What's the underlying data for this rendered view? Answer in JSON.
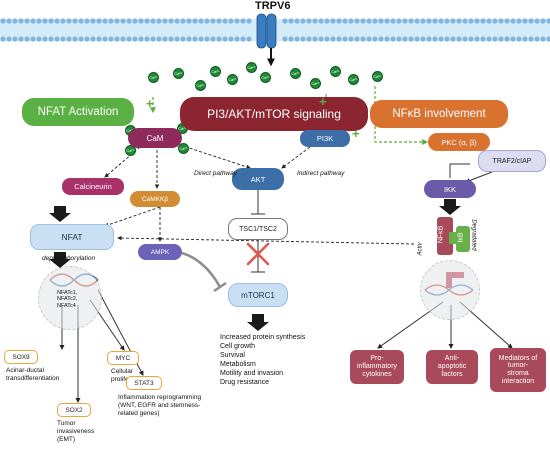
{
  "channel": "TRPV6",
  "ion_label": "Ca²⁺",
  "sections": {
    "nfat_activation": "NFAT Activation",
    "pi3k_akt_mtor": "PI3/AKT/mTOR signaling",
    "nfkb_involvement": "NFκB involvement"
  },
  "nodes": {
    "cam": "CaM",
    "pi3k": "PI3K",
    "calcineurin": "Calcineurin",
    "camkkb": "CaMKKβ",
    "nfat": "NFAT",
    "ampk": "AMPK",
    "akt": "AKT",
    "tsc": "TSC1/TSC2",
    "mtorc1": "mTORC1",
    "pkc": "PKC (α, β)",
    "traf": "TRAF2/cIAP",
    "ikk": "IKK",
    "nfkb": "NFκB",
    "ikb": "IκB"
  },
  "annotations": {
    "direct_pathway": "Direct pathway",
    "indirect_pathway": "Indirect pathway",
    "dephosphorylation": "dephosphorylation",
    "activ": "Activ",
    "degradated": "Degradated",
    "nfatc_list": [
      "NFATc1,",
      "NFATc2,",
      "NFATc4"
    ]
  },
  "targets": {
    "sox9": "SOX9",
    "sox9_desc": [
      "Acinar-ductal",
      "transdifferentiation"
    ],
    "myc": "MYC",
    "myc_desc": [
      "Cellular",
      "proliferation"
    ],
    "sox2": "SOX2",
    "sox2_desc": [
      "Tumor",
      "invasiveness",
      "(EMT)"
    ],
    "stat3": "STAT3",
    "stat3_desc": [
      "Inflammation reprogramming",
      "(WNT, EGFR and stemness-",
      "related genes)"
    ]
  },
  "mtor_outcomes": [
    "Increased protein synthesis",
    "Cell growth",
    "Survival",
    "Metabolism",
    "Motility and invasion",
    "Drug resistance"
  ],
  "nfkb_outcomes": [
    [
      "Pro-",
      "inflammatory",
      "cytokines"
    ],
    [
      "Anti-",
      "apoptotic",
      "factors"
    ],
    [
      "Mediators of",
      "tumor-",
      "stroma",
      "interaction"
    ]
  ],
  "colors": {
    "nfat_green": "#5bb043",
    "mtor_red": "#8b2630",
    "nfkb_orange": "#d9712f",
    "cam_purple": "#8e2b5c",
    "akt_blue": "#3c6fa8",
    "calcineurin_pink": "#a8316a",
    "camkk_orange": "#d28c33",
    "nfat_light": "#c8dff4",
    "ampk_purple": "#6a63b8",
    "ikk_purple": "#6a5aa8",
    "nfkb_maroon": "#a94a5a",
    "ikb_green": "#6ab04a",
    "ca_green": "#1f8a35"
  }
}
